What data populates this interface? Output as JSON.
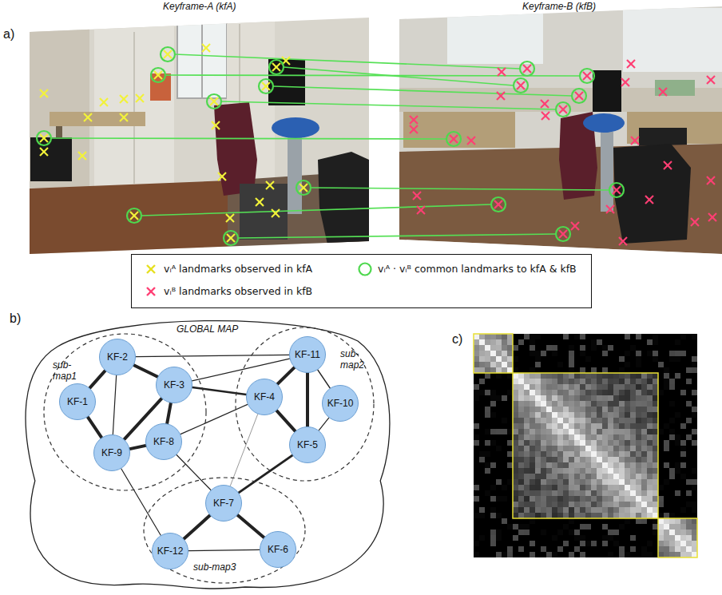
{
  "diagram": {
    "nodes": [
      {
        "text": [
          "GLOBAL MAP"
        ]
      },
      {
        "text": [
          "sub- map1"
        ],
        "in": 0
      },
      {
        "text": [
          "KF-2"
        ],
        "in": 1
      },
      {
        "text": [
          "KF-1"
        ],
        "in": 1
      },
      {
        "text": [
          "KF-3"
        ],
        "in": 1
      },
      {
        "text": [
          "KF-9"
        ],
        "in": 1
      },
      {
        "text": [
          "KF-8"
        ],
        "in": 1
      },
      {
        "text": [
          "sub- map2"
        ],
        "in": 0
      },
      {
        "text": [
          "KF-11"
        ],
        "in": 7
      },
      {
        "text": [
          "KF-4"
        ],
        "in": 7
      },
      {
        "text": [
          "KF-10"
        ],
        "in": 7
      },
      {
        "text": [
          "KF-5"
        ],
        "in": 7
      },
      {
        "text": [
          "sub-map3"
        ],
        "in": 0
      },
      {
        "text": [
          "KF-7"
        ],
        "in": 12
      },
      {
        "text": [
          "KF-12"
        ],
        "in": 12
      },
      {
        "text": [
          "KF-6"
        ],
        "in": 12
      }
    ],
    "edges": [
      {
        "from": 2,
        "to": 3,
        "arrow": "none"
      },
      {
        "from": 2,
        "to": 4,
        "arrow": "none"
      },
      {
        "from": 2,
        "to": 5,
        "arrow": "none"
      },
      {
        "from": 2,
        "to": 8,
        "arrow": "none"
      },
      {
        "from": 3,
        "to": 5,
        "arrow": "none"
      },
      {
        "from": 4,
        "to": 5,
        "arrow": "none"
      },
      {
        "from": 4,
        "to": 6,
        "arrow": "none"
      },
      {
        "from": 4,
        "to": 8,
        "arrow": "none"
      },
      {
        "from": 4,
        "to": 9,
        "arrow": "none"
      },
      {
        "from": 5,
        "to": 6,
        "arrow": "none"
      },
      {
        "from": 6,
        "to": 9,
        "arrow": "none"
      },
      {
        "from": 6,
        "to": 13,
        "arrow": "none"
      },
      {
        "from": 5,
        "to": 14,
        "arrow": "none"
      },
      {
        "from": 9,
        "to": 8,
        "arrow": "none"
      },
      {
        "from": 9,
        "to": 11,
        "arrow": "none"
      },
      {
        "from": 8,
        "to": 10,
        "arrow": "none"
      },
      {
        "from": 8,
        "to": 11,
        "arrow": "none"
      },
      {
        "from": 10,
        "to": 11,
        "arrow": "none"
      },
      {
        "from": 9,
        "to": 13,
        "arrow": "none"
      },
      {
        "from": 13,
        "to": 11,
        "arrow": "none"
      },
      {
        "from": 13,
        "to": 14,
        "arrow": "none"
      },
      {
        "from": 13,
        "to": 15,
        "arrow": "none"
      },
      {
        "from": 14,
        "to": 15,
        "arrow": "none"
      }
    ],
    "labels": [
      "a)",
      "Keyframe-A (kfA)",
      "Keyframe-B (kfB)",
      "b)",
      "c)"
    ],
    "legend": [
      {
        "text": "vᵢᴬ landmarks observed in kfA"
      },
      {
        "text": "vᵢᴮ landmarks observed in kfB"
      },
      {
        "text": "vᵢᴬ · vᵢᴮ common landmarks to kfA & kfB"
      }
    ]
  }
}
